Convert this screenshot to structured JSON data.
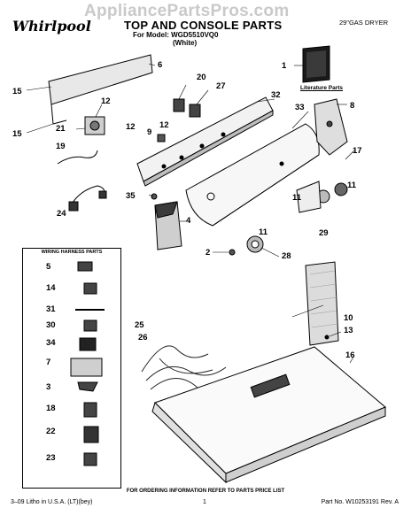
{
  "watermark": "AppliancePartsPros.com",
  "brand": "Whirlpool",
  "title": "TOP AND CONSOLE PARTS",
  "model": "For Model: WGD5510VQ0",
  "color": "(White)",
  "product_type": "29\"GAS DRYER",
  "literature_label": "Literature Parts",
  "harness_title": "WIRING HARNESS PARTS",
  "callouts": {
    "c1": "1",
    "c6": "6",
    "c8": "8",
    "c15a": "15",
    "c15b": "15",
    "c12a": "12",
    "c12b": "12",
    "c12c": "12",
    "c20": "20",
    "c27": "27",
    "c32": "32",
    "c33": "33",
    "c21": "21",
    "c9": "9",
    "c19": "19",
    "c17": "17",
    "c11a": "11",
    "c11b": "11",
    "c11c": "11",
    "c35": "35",
    "c4": "4",
    "c24": "24",
    "c29": "29",
    "c2": "2",
    "c28": "28",
    "c10": "10",
    "c13": "13",
    "c25": "25",
    "c26": "26",
    "c16": "16"
  },
  "harness_items": {
    "h5": "5",
    "h14": "14",
    "h31": "31",
    "h30": "30",
    "h34": "34",
    "h7": "7",
    "h3": "3",
    "h18": "18",
    "h22": "22",
    "h23": "23"
  },
  "footer": {
    "note": "FOR ORDERING INFORMATION REFER TO PARTS PRICE LIST",
    "left": "3–09 Litho in U.S.A. (LT)(bey)",
    "page": "1",
    "part_no": "Part No. W10253191 Rev. A"
  }
}
